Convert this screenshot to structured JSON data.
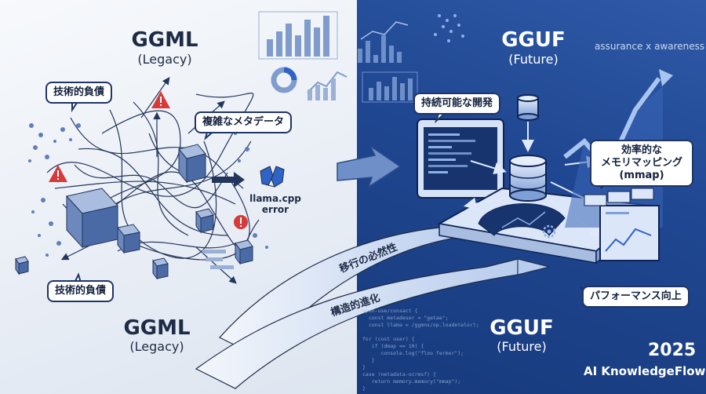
{
  "left": {
    "title_top": "GGML",
    "subtitle_top": "(Legacy)",
    "title_bottom": "GGML",
    "subtitle_bottom": "(Legacy)",
    "bubble_debt_top": "技術的負債",
    "bubble_metadata": "複雑なメタデータ",
    "bubble_debt_bottom": "技術的負債",
    "error_label_line1": "llama.cpp",
    "error_label_line2": "error"
  },
  "right": {
    "title_top": "GGUF",
    "subtitle_top": "(Future)",
    "title_bottom": "GGUF",
    "subtitle_bottom": "(Future)",
    "tagline": "assurance x awareness",
    "bubble_sustainable": "持続可能な開発",
    "bubble_mmap_line1": "効率的な",
    "bubble_mmap_line2": "メモリマッピング",
    "bubble_mmap_line3": "(mmap)",
    "bubble_performance": "パフォーマンス向上"
  },
  "ribbons": {
    "upper": "移行の必然性",
    "lower": "構造的進化"
  },
  "code_snippet": [
    "open-use/consact {",
    "  const metadeser = \"getae\";",
    "  const llama = /ggmns/op.loadetelor);",
    "",
    "for (cost user) {",
    "   if (dmap == 10) {",
    "      console.log(\"floo fermor\");",
    "   }",
    "}",
    "case (netadata-ocrmsf) {",
    "   return memory.memory(\"mmap\");",
    "}"
  ],
  "brand": {
    "year": "2025",
    "name": "AI KnowledgeFlow"
  },
  "colors": {
    "left_background": "#eef2f8",
    "right_background": "#1f4690",
    "accent_blue": "#2f63c6",
    "warning_red": "#d83a3a",
    "ink": "#1d2b45"
  },
  "icons": [
    "warning-icon",
    "error-icon",
    "broken-link-icon",
    "database-icon",
    "bar-chart-icon",
    "line-chart-icon",
    "donut-chart-icon",
    "gear-icon",
    "arrow-icon"
  ]
}
